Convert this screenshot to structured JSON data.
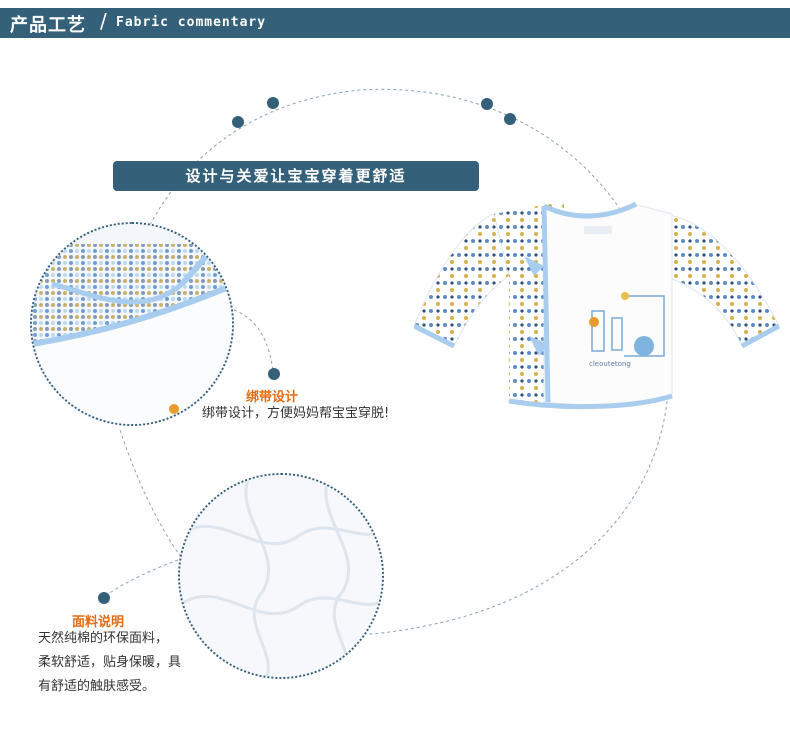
{
  "header": {
    "title_cn": "产品工艺",
    "slash": "/",
    "title_en": "Fabric commentary"
  },
  "banner": {
    "text": "设计与关爱让宝宝穿着更舒适"
  },
  "feature_tie": {
    "title": "绑带设计",
    "description": "绑带设计，方便妈妈帮宝宝穿脱!"
  },
  "feature_fabric": {
    "title": "面料说明",
    "lines": [
      "天然纯棉的环保面料，",
      "柔软舒适，贴身保暖，具",
      "有舒适的触肤感受。"
    ]
  },
  "product": {
    "brand_label": "cleoutetong"
  },
  "colors": {
    "accent": "#35607a",
    "highlight": "#e46b12",
    "trim_blue": "#a9cdee"
  }
}
